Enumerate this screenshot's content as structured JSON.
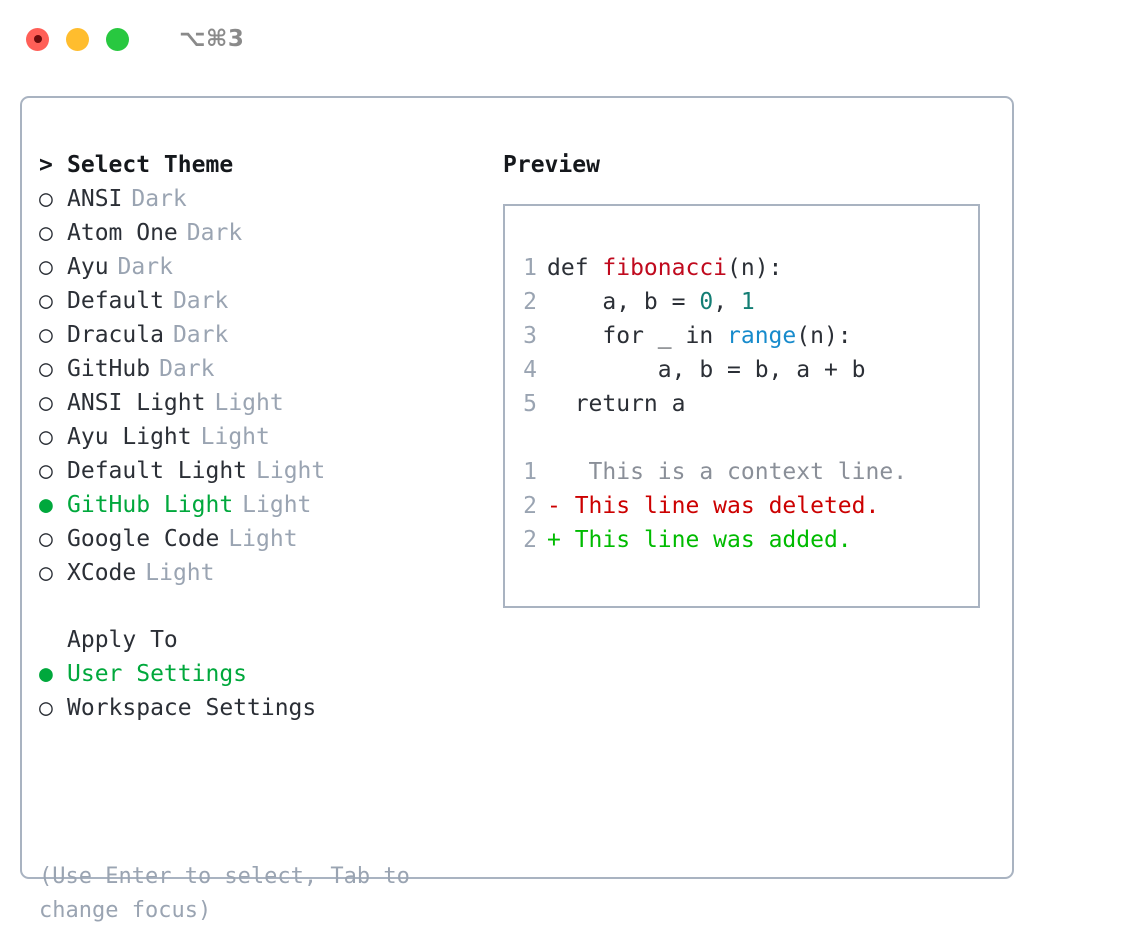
{
  "titlebar": {
    "shortcut": "⌥⌘3",
    "buttons": [
      {
        "name": "close",
        "color": "#ff5f57"
      },
      {
        "name": "minimize",
        "color": "#ffbd2e"
      },
      {
        "name": "zoom",
        "color": "#28c840"
      }
    ]
  },
  "accent": {
    "selected_green": "#00a83c",
    "muted": "#9aa4b2",
    "text": "#2b2f36",
    "border": "#a9b3c1"
  },
  "theme_list": {
    "header_marker": ">",
    "header": "Select Theme",
    "unselected_marker": "○",
    "selected_marker": "●",
    "items": [
      {
        "name": "ANSI",
        "mode": "Dark",
        "selected": false
      },
      {
        "name": "Atom One",
        "mode": "Dark",
        "selected": false
      },
      {
        "name": "Ayu",
        "mode": "Dark",
        "selected": false
      },
      {
        "name": "Default",
        "mode": "Dark",
        "selected": false
      },
      {
        "name": "Dracula",
        "mode": "Dark",
        "selected": false
      },
      {
        "name": "GitHub",
        "mode": "Dark",
        "selected": false
      },
      {
        "name": "ANSI Light",
        "mode": "Light",
        "selected": false
      },
      {
        "name": "Ayu Light",
        "mode": "Light",
        "selected": false
      },
      {
        "name": "Default Light",
        "mode": "Light",
        "selected": false
      },
      {
        "name": "GitHub Light",
        "mode": "Light",
        "selected": true
      },
      {
        "name": "Google Code",
        "mode": "Light",
        "selected": false
      },
      {
        "name": "XCode",
        "mode": "Light",
        "selected": false
      }
    ]
  },
  "apply_to": {
    "header": "Apply To",
    "items": [
      {
        "name": "User Settings",
        "selected": true
      },
      {
        "name": "Workspace Settings",
        "selected": false
      }
    ]
  },
  "hint": "(Use Enter to select, Tab to change focus)",
  "preview": {
    "title": "Preview",
    "code_lines": [
      {
        "no": "1",
        "segments": [
          {
            "t": "def ",
            "c": "plain"
          },
          {
            "t": "fibonacci",
            "c": "fn"
          },
          {
            "t": "(n):",
            "c": "plain"
          }
        ]
      },
      {
        "no": "2",
        "segments": [
          {
            "t": "    a, b = ",
            "c": "plain"
          },
          {
            "t": "0",
            "c": "num"
          },
          {
            "t": ", ",
            "c": "plain"
          },
          {
            "t": "1",
            "c": "num"
          }
        ]
      },
      {
        "no": "3",
        "segments": [
          {
            "t": "    for _ in ",
            "c": "plain"
          },
          {
            "t": "range",
            "c": "builtin"
          },
          {
            "t": "(n):",
            "c": "plain"
          }
        ]
      },
      {
        "no": "4",
        "segments": [
          {
            "t": "        a, b = b, a + b",
            "c": "plain"
          }
        ]
      },
      {
        "no": "5",
        "segments": [
          {
            "t": "  return a",
            "c": "plain"
          }
        ]
      }
    ],
    "diff_lines": [
      {
        "no": "1",
        "sign": " ",
        "text": "  This is a context line.",
        "kind": "ctx"
      },
      {
        "no": "2",
        "sign": "-",
        "text": " This line was deleted.",
        "kind": "del"
      },
      {
        "no": "2",
        "sign": "+",
        "text": " This line was added.",
        "kind": "add"
      }
    ]
  }
}
